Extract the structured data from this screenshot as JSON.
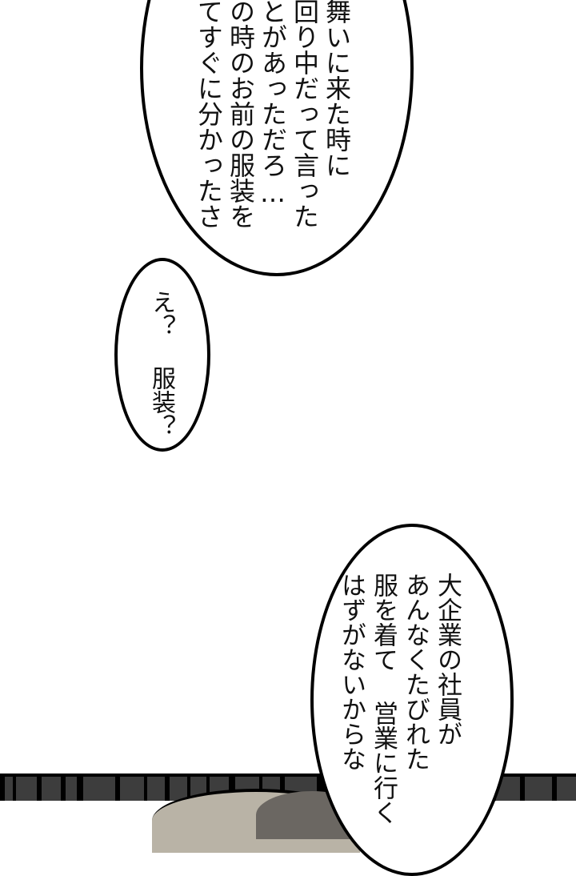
{
  "bubbles": [
    {
      "id": "bubble-1",
      "lines": [
        "舞いに来た時に",
        "回り中だって言った",
        "とがあっただろ…",
        "の時のお前の服装を",
        "てすぐに分かったさ"
      ]
    },
    {
      "id": "bubble-2",
      "lines": [
        "え？ 服装？"
      ]
    },
    {
      "id": "bubble-3",
      "lines": [
        "大企業の社員が",
        "あんなくたびれた",
        "服を着て 営業に行く",
        "はずがないからな"
      ]
    }
  ],
  "colors": {
    "background": "#ffffff",
    "outline": "#000000",
    "panel_gray": "#3d3d3d",
    "skin_tone": "#b9b3a6"
  }
}
